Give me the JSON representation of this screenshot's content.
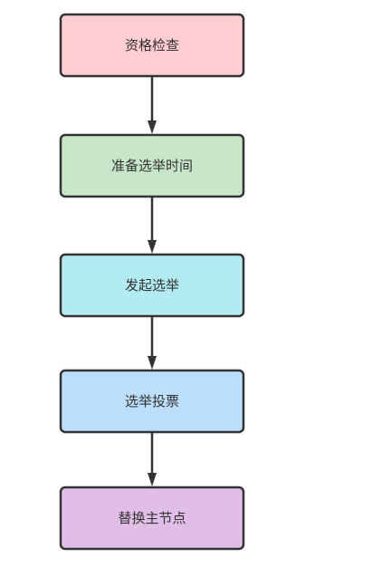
{
  "diagram": {
    "nodes": [
      {
        "id": "step-1",
        "label": "资格检查",
        "fill": "#ffcdd2"
      },
      {
        "id": "step-2",
        "label": "准备选举时间",
        "fill": "#c8e6c9"
      },
      {
        "id": "step-3",
        "label": "发起选举",
        "fill": "#b2ebf2"
      },
      {
        "id": "step-4",
        "label": "选举投票",
        "fill": "#bbdefb"
      },
      {
        "id": "step-5",
        "label": "替换主节点",
        "fill": "#e1bee7"
      }
    ],
    "edges": [
      {
        "from": "step-1",
        "to": "step-2"
      },
      {
        "from": "step-2",
        "to": "step-3"
      },
      {
        "from": "step-3",
        "to": "step-4"
      },
      {
        "from": "step-4",
        "to": "step-5"
      }
    ]
  }
}
